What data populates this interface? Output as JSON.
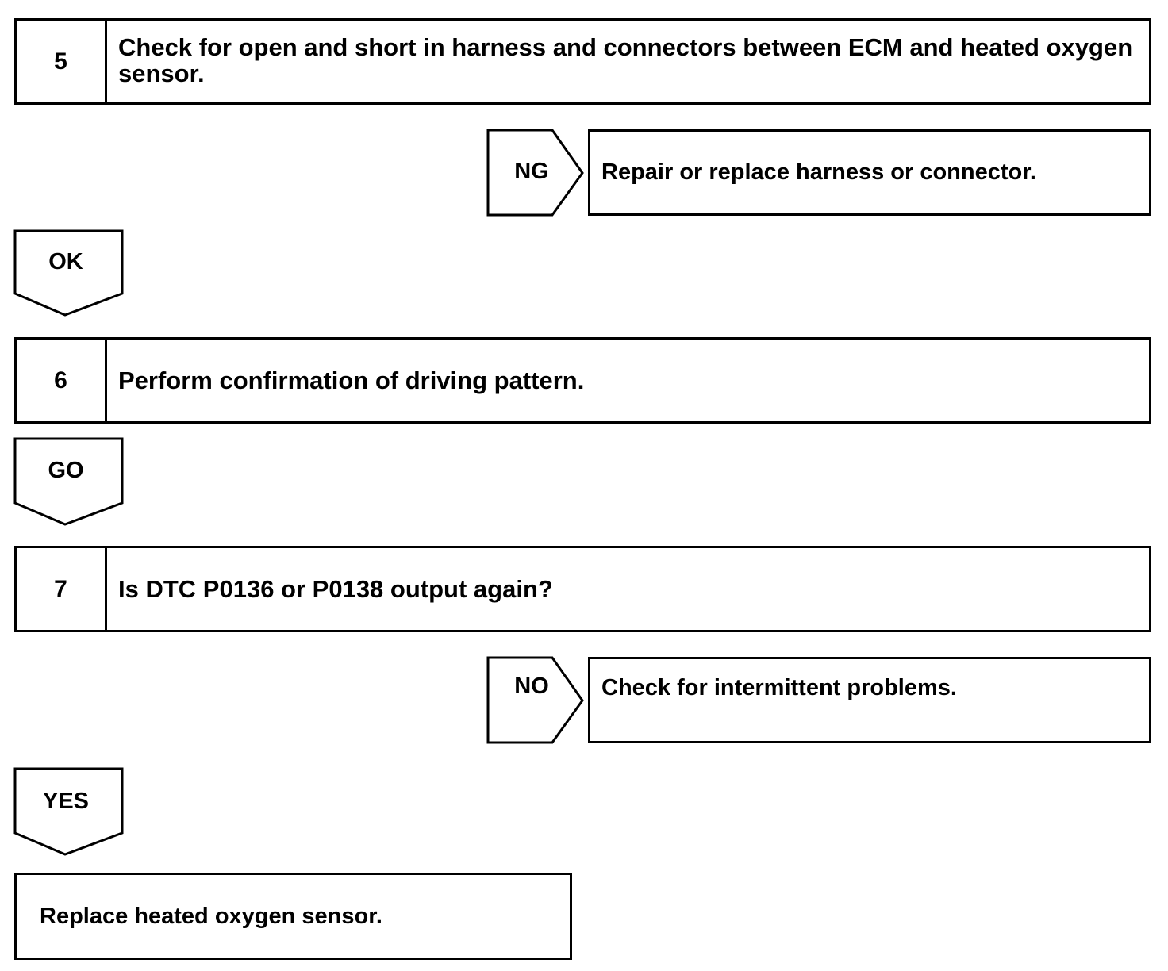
{
  "steps": [
    {
      "number": "5",
      "text": "Check for open and short in harness and connectors between ECM and heated oxygen sensor."
    },
    {
      "number": "6",
      "text": "Perform confirmation of driving pattern."
    },
    {
      "number": "7",
      "text": "Is DTC P0136 or P0138 output again?"
    }
  ],
  "side_branches": [
    {
      "label": "NG",
      "result": "Repair or replace harness or connector."
    },
    {
      "label": "NO",
      "result": "Check for intermittent problems."
    }
  ],
  "down_arrows": [
    {
      "label": "OK"
    },
    {
      "label": "GO"
    },
    {
      "label": "YES"
    }
  ],
  "final_action": "Replace heated oxygen sensor."
}
